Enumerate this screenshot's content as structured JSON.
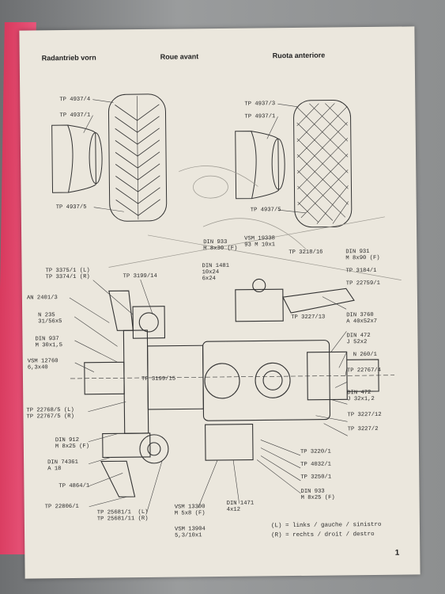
{
  "headers": {
    "de": "Radantrieb vorn",
    "fr": "Roue avant",
    "it": "Ruota anteriore"
  },
  "labels": {
    "l1": "TP 4937/4",
    "l2": "TP 4937/1",
    "l3": "TP 4937/5",
    "l4": "TP 4937/3",
    "l5": "TP 4937/1",
    "l6": "TP 4937/5",
    "l7": "TP 3375/1 (L)\nTP 3374/1 (R)",
    "l8": "TP 3199/14",
    "l9": "AN 2401/3",
    "l10": "N 235\n31/56x5",
    "l11": "DIN 937\nM 30x1,5",
    "l12": "VSM 12760\n6,3x40",
    "l13": "TP 3199/15",
    "l14": "TP 22768/5 (L)\nTP 22767/5 (R)",
    "l15": "DIN 912\nM 8x25 (F)",
    "l16": "DIN 74361\nA 18",
    "l17": "TP 4864/1",
    "l18": "TP 22806/1",
    "l19": "TP 25681/1  (L)\nTP 25681/11 (R)",
    "l20": "VSM 13300\nM 5x8 (F)",
    "l21": "VSM 13904\n5,3/10x1",
    "l22": "DIN 1471\n4x12",
    "l23": "DIN 933\nM 8x30 (F)",
    "l24": "VSM 19338\n93 M 10x1",
    "l25": "DIN 1481\n10x24\n6x24",
    "l26": "TP 3218/16",
    "l27": "DIN 931\nM 8x90 (F)",
    "l28": "TP 3184/1",
    "l29": "TP 22759/1",
    "l30": "TP 3227/13",
    "l31": "DIN 3760\nA 40x52x7",
    "l32": "DIN 472\nJ 52x2",
    "l33": "N 260/1",
    "l34": "TP 22767/4",
    "l35": "DIN 472\nJ 32x1,2",
    "l36": "TP 3227/12",
    "l37": "TP 3227/2",
    "l38": "TP 3220/1",
    "l39": "TP 4032/1",
    "l40": "TP 3250/1",
    "l41": "DIN 933\nM 8x25 (F)"
  },
  "legend": {
    "left": "(L) = links / gauche / sinistro",
    "right": "(R) = rechts / droit / destro"
  },
  "page_number": "1"
}
